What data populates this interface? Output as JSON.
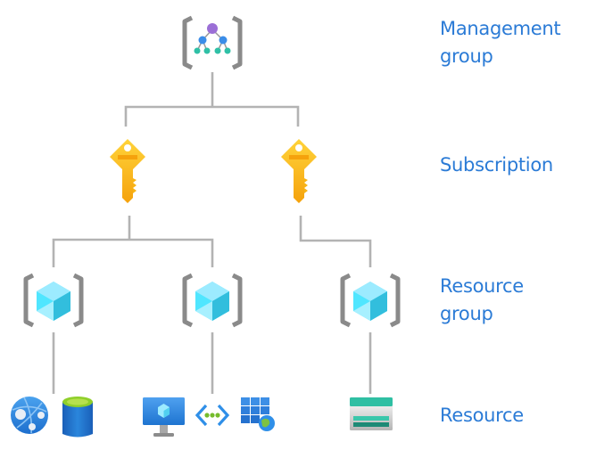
{
  "levels": {
    "management_group": {
      "label": "Management\ngroup",
      "icon": "management-group-icon"
    },
    "subscription": {
      "label": "Subscription",
      "icon": "key-icon"
    },
    "resource_group": {
      "label": "Resource\ngroup",
      "icon": "resource-group-icon"
    },
    "resource": {
      "label": "Resource"
    }
  },
  "tree": {
    "root": "management-group",
    "subscriptions": [
      {
        "name": "subscription-1",
        "resource_groups": [
          {
            "name": "resource-group-1",
            "resources": [
              "app-service-icon",
              "sql-database-icon"
            ]
          },
          {
            "name": "resource-group-2",
            "resources": [
              "virtual-machine-icon",
              "virtual-network-icon",
              "web-app-grid-icon"
            ]
          }
        ]
      },
      {
        "name": "subscription-2",
        "resource_groups": [
          {
            "name": "resource-group-3",
            "resources": [
              "storage-account-icon"
            ]
          }
        ]
      }
    ]
  },
  "colors": {
    "label_text": "#2b7bd6",
    "connector": "#b3b3b3",
    "bracket": "#8a8a8a",
    "key": "#f8c21b",
    "cube": "#50e6ff"
  }
}
